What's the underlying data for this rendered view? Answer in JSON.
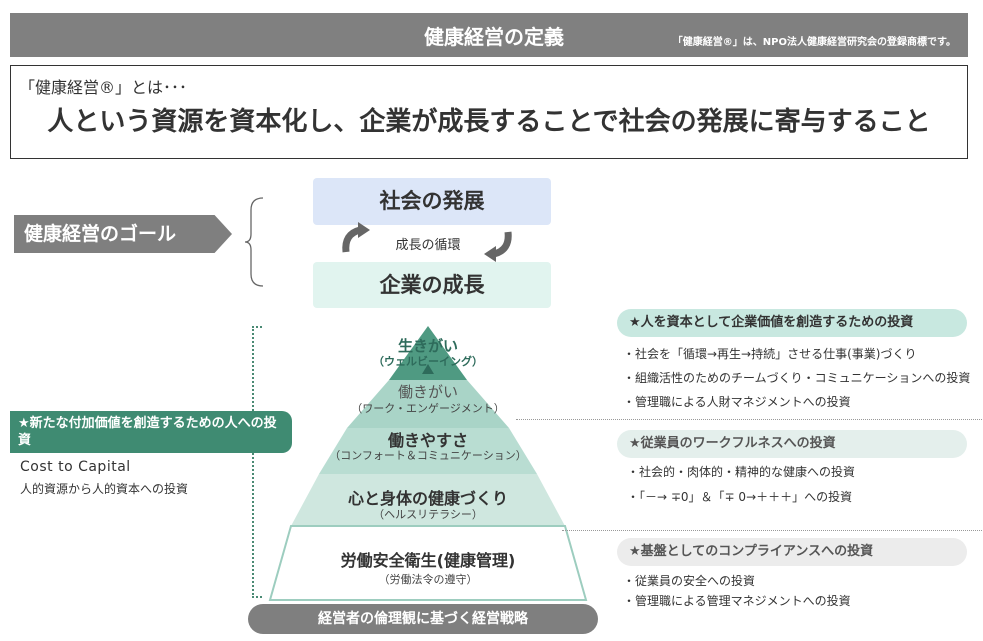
{
  "header": {
    "title": "健康経営の定義",
    "note": "「健康経営®」は、NPO法人健康経営研究会の登録商標です。"
  },
  "definition": {
    "intro": "「健康経営®」とは･･･",
    "statement": "人という資源を資本化し、企業が成長することで社会の発展に寄与すること"
  },
  "goal": {
    "label": "健康経営のゴール",
    "top_box": "社会の発展",
    "cycle_label": "成長の循環",
    "bottom_box": "企業の成長"
  },
  "pyramid": {
    "levels": [
      {
        "title": "生きがい",
        "sub": "（ウェルビーイング）"
      },
      {
        "title": "働きがい",
        "sub": "（ワーク・エンゲージメント）"
      },
      {
        "title": "働きやすさ",
        "sub": "（コンフォート＆コミュニケーション）"
      },
      {
        "title": "心と身体の健康づくり",
        "sub": "（ヘルスリテラシー）"
      },
      {
        "title": "労働安全衛生(健康管理)",
        "sub": "（労働法令の遵守）"
      }
    ],
    "base": "経営者の倫理観に基づく経営戦略"
  },
  "left_panel": {
    "header": "★新たな付加価値を創造するための人への投資",
    "line1": "Cost to Capital",
    "line2": "人的資源から人的資本への投資"
  },
  "right_panels": [
    {
      "header": "★人を資本として企業価値を創造するための投資",
      "items": [
        "・社会を「循環→再生→持続」させる仕事(事業)づくり",
        "・組織活性のためのチームづくり・コミュニケーションへの投資",
        "・管理職による人財マネジメントへの投資"
      ]
    },
    {
      "header": "★従業員のワークフルネスへの投資",
      "items": [
        "・社会的・肉体的・精神的な健康への投資",
        "・「－→ ∓0」＆「∓ 0→＋＋＋」への投資"
      ]
    },
    {
      "header": "★基盤としてのコンプライアンスへの投資",
      "items": [
        "・従業員の安全への投資",
        "・管理職による管理マネジメントへの投資"
      ]
    }
  ],
  "colors": {
    "header_gray": "#808080",
    "society_blue": "#dce6f8",
    "company_mint": "#e1f4ef",
    "accent_green": "#3f8b72",
    "pyramid_top": "#4f9a82"
  }
}
